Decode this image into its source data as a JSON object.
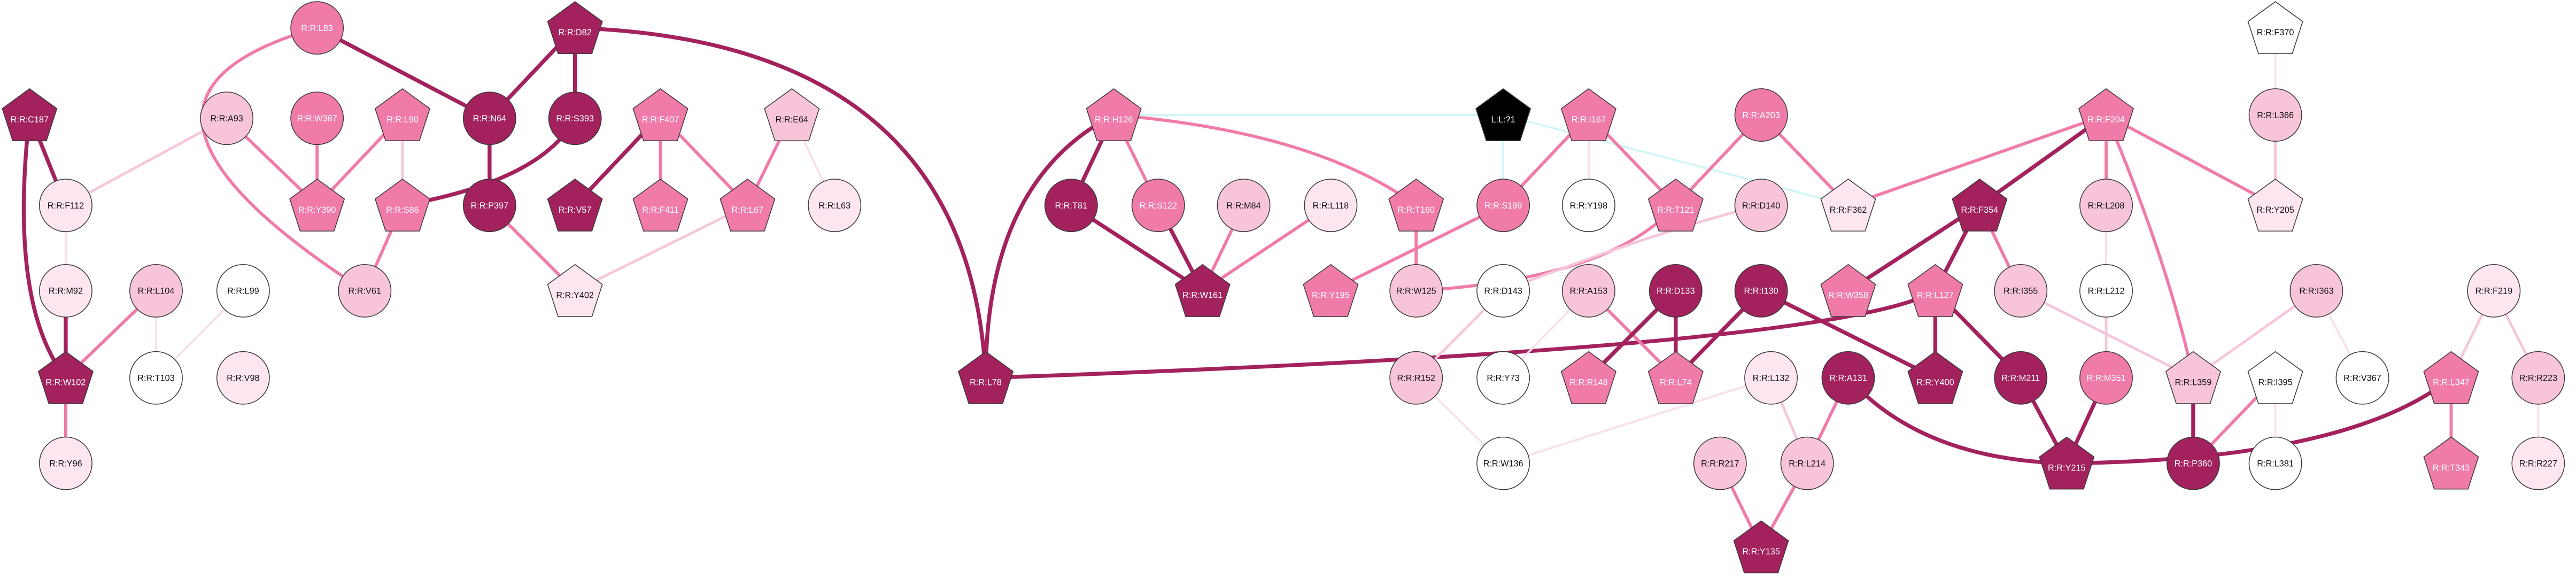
{
  "palette": {
    "node_fill": {
      "strong": "#a3225e",
      "medium": "#f07ba9",
      "light": "#f8c4da",
      "faint": "#fde6ef",
      "none": "#ffffff",
      "ligand": "#000000"
    },
    "edge_color": {
      "strong": "#a3225e",
      "medium": "#f07ba9",
      "light": "#f7c6da",
      "faint": "#f9e1ea",
      "ligand": "#d2f6f6"
    }
  },
  "nodes": [
    {
      "id": "C187",
      "label": "R:R:C187",
      "shape": "pentagon",
      "level": "strong"
    },
    {
      "id": "A93",
      "label": "R:R:A93",
      "shape": "circle",
      "level": "light"
    },
    {
      "id": "L83",
      "label": "R:R:L83",
      "shape": "circle",
      "level": "medium"
    },
    {
      "id": "W387",
      "label": "R:R:W387",
      "shape": "circle",
      "level": "medium"
    },
    {
      "id": "L90",
      "label": "R:R:L90",
      "shape": "pentagon",
      "level": "medium"
    },
    {
      "id": "D82",
      "label": "R:R:D82",
      "shape": "pentagon",
      "level": "strong"
    },
    {
      "id": "N64",
      "label": "R:R:N64",
      "shape": "circle",
      "level": "strong"
    },
    {
      "id": "S393",
      "label": "R:R:S393",
      "shape": "circle",
      "level": "strong"
    },
    {
      "id": "F407",
      "label": "R:R:F407",
      "shape": "pentagon",
      "level": "medium"
    },
    {
      "id": "E64",
      "label": "R:R:E64",
      "shape": "pentagon",
      "level": "light"
    },
    {
      "id": "F112",
      "label": "R:R:F112",
      "shape": "circle",
      "level": "faint"
    },
    {
      "id": "Y390",
      "label": "R:R:Y390",
      "shape": "pentagon",
      "level": "medium"
    },
    {
      "id": "S86",
      "label": "R:R:S86",
      "shape": "pentagon",
      "level": "medium"
    },
    {
      "id": "P397",
      "label": "R:R:P397",
      "shape": "circle",
      "level": "strong"
    },
    {
      "id": "V57",
      "label": "R:R:V57",
      "shape": "pentagon",
      "level": "strong"
    },
    {
      "id": "F411",
      "label": "R:R:F411",
      "shape": "pentagon",
      "level": "medium"
    },
    {
      "id": "L67",
      "label": "R:R:L67",
      "shape": "pentagon",
      "level": "medium"
    },
    {
      "id": "L63",
      "label": "R:R:L63",
      "shape": "circle",
      "level": "faint"
    },
    {
      "id": "M92",
      "label": "R:R:M92",
      "shape": "circle",
      "level": "faint"
    },
    {
      "id": "L104",
      "label": "R:R:L104",
      "shape": "circle",
      "level": "light"
    },
    {
      "id": "L99",
      "label": "R:R:L99",
      "shape": "circle",
      "level": "none"
    },
    {
      "id": "V61",
      "label": "R:R:V61",
      "shape": "circle",
      "level": "light"
    },
    {
      "id": "Y402",
      "label": "R:R:Y402",
      "shape": "pentagon",
      "level": "faint"
    },
    {
      "id": "W102",
      "label": "R:R:W102",
      "shape": "pentagon",
      "level": "strong"
    },
    {
      "id": "T103",
      "label": "R:R:T103",
      "shape": "circle",
      "level": "none"
    },
    {
      "id": "V98",
      "label": "R:R:V98",
      "shape": "circle",
      "level": "faint"
    },
    {
      "id": "Y96",
      "label": "R:R:Y96",
      "shape": "circle",
      "level": "faint"
    },
    {
      "id": "L78",
      "label": "R:R:L78",
      "shape": "pentagon",
      "level": "strong"
    },
    {
      "id": "H126",
      "label": "R:R:H126",
      "shape": "pentagon",
      "level": "medium"
    },
    {
      "id": "T81",
      "label": "R:R:T81",
      "shape": "circle",
      "level": "strong"
    },
    {
      "id": "S122",
      "label": "R:R:S122",
      "shape": "circle",
      "level": "medium"
    },
    {
      "id": "M84",
      "label": "R:R:M84",
      "shape": "circle",
      "level": "light"
    },
    {
      "id": "L118",
      "label": "R:R:L118",
      "shape": "circle",
      "level": "faint"
    },
    {
      "id": "T160",
      "label": "R:R:T160",
      "shape": "pentagon",
      "level": "medium"
    },
    {
      "id": "W161",
      "label": "R:R:W161",
      "shape": "pentagon",
      "level": "strong"
    },
    {
      "id": "LIG",
      "label": "L:L:?1",
      "shape": "pentagon",
      "level": "ligand"
    },
    {
      "id": "S199",
      "label": "R:R:S199",
      "shape": "circle",
      "level": "medium"
    },
    {
      "id": "Y195",
      "label": "R:R:Y195",
      "shape": "pentagon",
      "level": "medium"
    },
    {
      "id": "W125",
      "label": "R:R:W125",
      "shape": "circle",
      "level": "light"
    },
    {
      "id": "I167",
      "label": "R:R:I167",
      "shape": "pentagon",
      "level": "medium"
    },
    {
      "id": "Y198",
      "label": "R:R:Y198",
      "shape": "circle",
      "level": "none"
    },
    {
      "id": "A203",
      "label": "R:R:A203",
      "shape": "circle",
      "level": "medium"
    },
    {
      "id": "T121",
      "label": "R:R:T121",
      "shape": "pentagon",
      "level": "medium"
    },
    {
      "id": "D140",
      "label": "R:R:D140",
      "shape": "circle",
      "level": "light"
    },
    {
      "id": "D143",
      "label": "R:R:D143",
      "shape": "circle",
      "level": "none"
    },
    {
      "id": "A153",
      "label": "R:R:A153",
      "shape": "circle",
      "level": "light"
    },
    {
      "id": "D133",
      "label": "R:R:D133",
      "shape": "circle",
      "level": "strong"
    },
    {
      "id": "I130",
      "label": "R:R:I130",
      "shape": "circle",
      "level": "strong"
    },
    {
      "id": "R152",
      "label": "R:R:R152",
      "shape": "circle",
      "level": "light"
    },
    {
      "id": "Y73",
      "label": "R:R:Y73",
      "shape": "circle",
      "level": "none"
    },
    {
      "id": "R148",
      "label": "R:R:R148",
      "shape": "pentagon",
      "level": "medium"
    },
    {
      "id": "L74",
      "label": "R:R:L74",
      "shape": "pentagon",
      "level": "medium"
    },
    {
      "id": "W136",
      "label": "R:R:W136",
      "shape": "circle",
      "level": "none"
    },
    {
      "id": "L132",
      "label": "R:R:L132",
      "shape": "circle",
      "level": "faint"
    },
    {
      "id": "A131",
      "label": "R:R:A131",
      "shape": "circle",
      "level": "strong"
    },
    {
      "id": "L214",
      "label": "R:R:L214",
      "shape": "circle",
      "level": "light"
    },
    {
      "id": "R217",
      "label": "R:R:R217",
      "shape": "circle",
      "level": "light"
    },
    {
      "id": "Y135",
      "label": "R:R:Y135",
      "shape": "pentagon",
      "level": "strong"
    },
    {
      "id": "F362",
      "label": "R:R:F362",
      "shape": "pentagon",
      "level": "faint"
    },
    {
      "id": "F204",
      "label": "R:R:F204",
      "shape": "pentagon",
      "level": "medium"
    },
    {
      "id": "F354",
      "label": "R:R:F354",
      "shape": "pentagon",
      "level": "strong"
    },
    {
      "id": "L208",
      "label": "R:R:L208",
      "shape": "circle",
      "level": "light"
    },
    {
      "id": "Y205",
      "label": "R:R:Y205",
      "shape": "pentagon",
      "level": "faint"
    },
    {
      "id": "L366",
      "label": "R:R:L366",
      "shape": "circle",
      "level": "light"
    },
    {
      "id": "F370",
      "label": "R:R:F370",
      "shape": "pentagon",
      "level": "none"
    },
    {
      "id": "W358",
      "label": "R:R:W358",
      "shape": "pentagon",
      "level": "medium"
    },
    {
      "id": "L127",
      "label": "R:R:L127",
      "shape": "pentagon",
      "level": "medium"
    },
    {
      "id": "I355",
      "label": "R:R:I355",
      "shape": "circle",
      "level": "light"
    },
    {
      "id": "L212",
      "label": "R:R:L212",
      "shape": "circle",
      "level": "none"
    },
    {
      "id": "I363",
      "label": "R:R:I363",
      "shape": "circle",
      "level": "light"
    },
    {
      "id": "Y400",
      "label": "R:R:Y400",
      "shape": "pentagon",
      "level": "strong"
    },
    {
      "id": "M211",
      "label": "R:R:M211",
      "shape": "circle",
      "level": "strong"
    },
    {
      "id": "M351",
      "label": "R:R:M351",
      "shape": "circle",
      "level": "medium"
    },
    {
      "id": "L359",
      "label": "R:R:L359",
      "shape": "pentagon",
      "level": "light"
    },
    {
      "id": "I395",
      "label": "R:R:I395",
      "shape": "pentagon",
      "level": "none"
    },
    {
      "id": "V367",
      "label": "R:R:V367",
      "shape": "circle",
      "level": "none"
    },
    {
      "id": "F219",
      "label": "R:R:F219",
      "shape": "circle",
      "level": "faint"
    },
    {
      "id": "L347",
      "label": "R:R:L347",
      "shape": "pentagon",
      "level": "medium"
    },
    {
      "id": "R223",
      "label": "R:R:R223",
      "shape": "circle",
      "level": "light"
    },
    {
      "id": "Y215",
      "label": "R:R:Y215",
      "shape": "pentagon",
      "level": "strong"
    },
    {
      "id": "P360",
      "label": "R:R:P360",
      "shape": "circle",
      "level": "strong"
    },
    {
      "id": "L381",
      "label": "R:R:L381",
      "shape": "circle",
      "level": "none"
    },
    {
      "id": "T343",
      "label": "R:R:T343",
      "shape": "pentagon",
      "level": "medium"
    },
    {
      "id": "R227",
      "label": "R:R:R227",
      "shape": "circle",
      "level": "faint"
    }
  ],
  "edges": [
    {
      "from": "C187",
      "to": "F112",
      "level": "strong"
    },
    {
      "from": "C187",
      "to": "W102",
      "level": "strong"
    },
    {
      "from": "A93",
      "to": "F112",
      "level": "light"
    },
    {
      "from": "A93",
      "to": "Y390",
      "level": "medium"
    },
    {
      "from": "L83",
      "to": "V61",
      "level": "medium"
    },
    {
      "from": "L83",
      "to": "N64",
      "level": "strong"
    },
    {
      "from": "W387",
      "to": "Y390",
      "level": "medium"
    },
    {
      "from": "L90",
      "to": "Y390",
      "level": "medium"
    },
    {
      "from": "L90",
      "to": "S86",
      "level": "light"
    },
    {
      "from": "D82",
      "to": "N64",
      "level": "strong"
    },
    {
      "from": "D82",
      "to": "S393",
      "level": "strong"
    },
    {
      "from": "D82",
      "to": "L78",
      "level": "strong"
    },
    {
      "from": "N64",
      "to": "P397",
      "level": "strong"
    },
    {
      "from": "S393",
      "to": "S86",
      "level": "strong"
    },
    {
      "from": "F407",
      "to": "V57",
      "level": "strong"
    },
    {
      "from": "F407",
      "to": "F411",
      "level": "medium"
    },
    {
      "from": "F407",
      "to": "L67",
      "level": "medium"
    },
    {
      "from": "E64",
      "to": "L67",
      "level": "medium"
    },
    {
      "from": "E64",
      "to": "L63",
      "level": "faint"
    },
    {
      "from": "S86",
      "to": "V61",
      "level": "medium"
    },
    {
      "from": "P397",
      "to": "Y402",
      "level": "medium"
    },
    {
      "from": "L67",
      "to": "Y402",
      "level": "light"
    },
    {
      "from": "F112",
      "to": "M92",
      "level": "faint"
    },
    {
      "from": "M92",
      "to": "W102",
      "level": "strong"
    },
    {
      "from": "L104",
      "to": "W102",
      "level": "medium"
    },
    {
      "from": "L104",
      "to": "T103",
      "level": "faint"
    },
    {
      "from": "L99",
      "to": "T103",
      "level": "faint"
    },
    {
      "from": "W102",
      "to": "Y96",
      "level": "medium"
    },
    {
      "from": "L78",
      "to": "H126",
      "level": "strong"
    },
    {
      "from": "L78",
      "to": "L127",
      "level": "strong"
    },
    {
      "from": "H126",
      "to": "T81",
      "level": "strong"
    },
    {
      "from": "H126",
      "to": "S122",
      "level": "medium"
    },
    {
      "from": "H126",
      "to": "T160",
      "level": "medium"
    },
    {
      "from": "H126",
      "to": "LIG",
      "level": "ligand"
    },
    {
      "from": "T81",
      "to": "W161",
      "level": "strong"
    },
    {
      "from": "S122",
      "to": "W161",
      "level": "strong"
    },
    {
      "from": "M84",
      "to": "W161",
      "level": "medium"
    },
    {
      "from": "L118",
      "to": "W161",
      "level": "medium"
    },
    {
      "from": "T160",
      "to": "W125",
      "level": "medium"
    },
    {
      "from": "S199",
      "to": "Y195",
      "level": "medium"
    },
    {
      "from": "LIG",
      "to": "S199",
      "level": "ligand"
    },
    {
      "from": "LIG",
      "to": "F362",
      "level": "ligand"
    },
    {
      "from": "I167",
      "to": "S199",
      "level": "medium"
    },
    {
      "from": "I167",
      "to": "Y198",
      "level": "faint"
    },
    {
      "from": "I167",
      "to": "T121",
      "level": "medium"
    },
    {
      "from": "A203",
      "to": "T121",
      "level": "medium"
    },
    {
      "from": "A203",
      "to": "F362",
      "level": "medium"
    },
    {
      "from": "T121",
      "to": "W125",
      "level": "medium"
    },
    {
      "from": "D140",
      "to": "D143",
      "level": "light"
    },
    {
      "from": "D143",
      "to": "R152",
      "level": "light"
    },
    {
      "from": "A153",
      "to": "Y73",
      "level": "faint"
    },
    {
      "from": "A153",
      "to": "L74",
      "level": "medium"
    },
    {
      "from": "D133",
      "to": "R148",
      "level": "strong"
    },
    {
      "from": "D133",
      "to": "L74",
      "level": "strong"
    },
    {
      "from": "I130",
      "to": "L74",
      "level": "strong"
    },
    {
      "from": "I130",
      "to": "Y400",
      "level": "strong"
    },
    {
      "from": "R152",
      "to": "W136",
      "level": "faint"
    },
    {
      "from": "L132",
      "to": "W136",
      "level": "faint"
    },
    {
      "from": "L132",
      "to": "L214",
      "level": "light"
    },
    {
      "from": "A131",
      "to": "L214",
      "level": "medium"
    },
    {
      "from": "A131",
      "to": "Y215",
      "level": "strong"
    },
    {
      "from": "R217",
      "to": "Y135",
      "level": "medium"
    },
    {
      "from": "L214",
      "to": "Y135",
      "level": "medium"
    },
    {
      "from": "F204",
      "to": "F362",
      "level": "medium"
    },
    {
      "from": "F204",
      "to": "F354",
      "level": "strong"
    },
    {
      "from": "F204",
      "to": "L208",
      "level": "medium"
    },
    {
      "from": "F204",
      "to": "Y205",
      "level": "medium"
    },
    {
      "from": "F204",
      "to": "L359",
      "level": "medium"
    },
    {
      "from": "F354",
      "to": "W358",
      "level": "strong"
    },
    {
      "from": "F354",
      "to": "L127",
      "level": "strong"
    },
    {
      "from": "F354",
      "to": "I355",
      "level": "medium"
    },
    {
      "from": "L366",
      "to": "F370",
      "level": "faint"
    },
    {
      "from": "L366",
      "to": "Y205",
      "level": "light"
    },
    {
      "from": "L208",
      "to": "L212",
      "level": "faint"
    },
    {
      "from": "L212",
      "to": "M351",
      "level": "light"
    },
    {
      "from": "L127",
      "to": "Y400",
      "level": "strong"
    },
    {
      "from": "L127",
      "to": "M211",
      "level": "strong"
    },
    {
      "from": "I355",
      "to": "L359",
      "level": "light"
    },
    {
      "from": "I363",
      "to": "L359",
      "level": "light"
    },
    {
      "from": "I363",
      "to": "V367",
      "level": "faint"
    },
    {
      "from": "M211",
      "to": "Y215",
      "level": "strong"
    },
    {
      "from": "M351",
      "to": "Y215",
      "level": "strong"
    },
    {
      "from": "L359",
      "to": "P360",
      "level": "strong"
    },
    {
      "from": "I395",
      "to": "P360",
      "level": "medium"
    },
    {
      "from": "I395",
      "to": "L381",
      "level": "faint"
    },
    {
      "from": "L347",
      "to": "Y215",
      "level": "strong"
    },
    {
      "from": "L347",
      "to": "T343",
      "level": "medium"
    },
    {
      "from": "F219",
      "to": "L347",
      "level": "light"
    },
    {
      "from": "F219",
      "to": "R223",
      "level": "light"
    },
    {
      "from": "R223",
      "to": "R227",
      "level": "faint"
    }
  ]
}
